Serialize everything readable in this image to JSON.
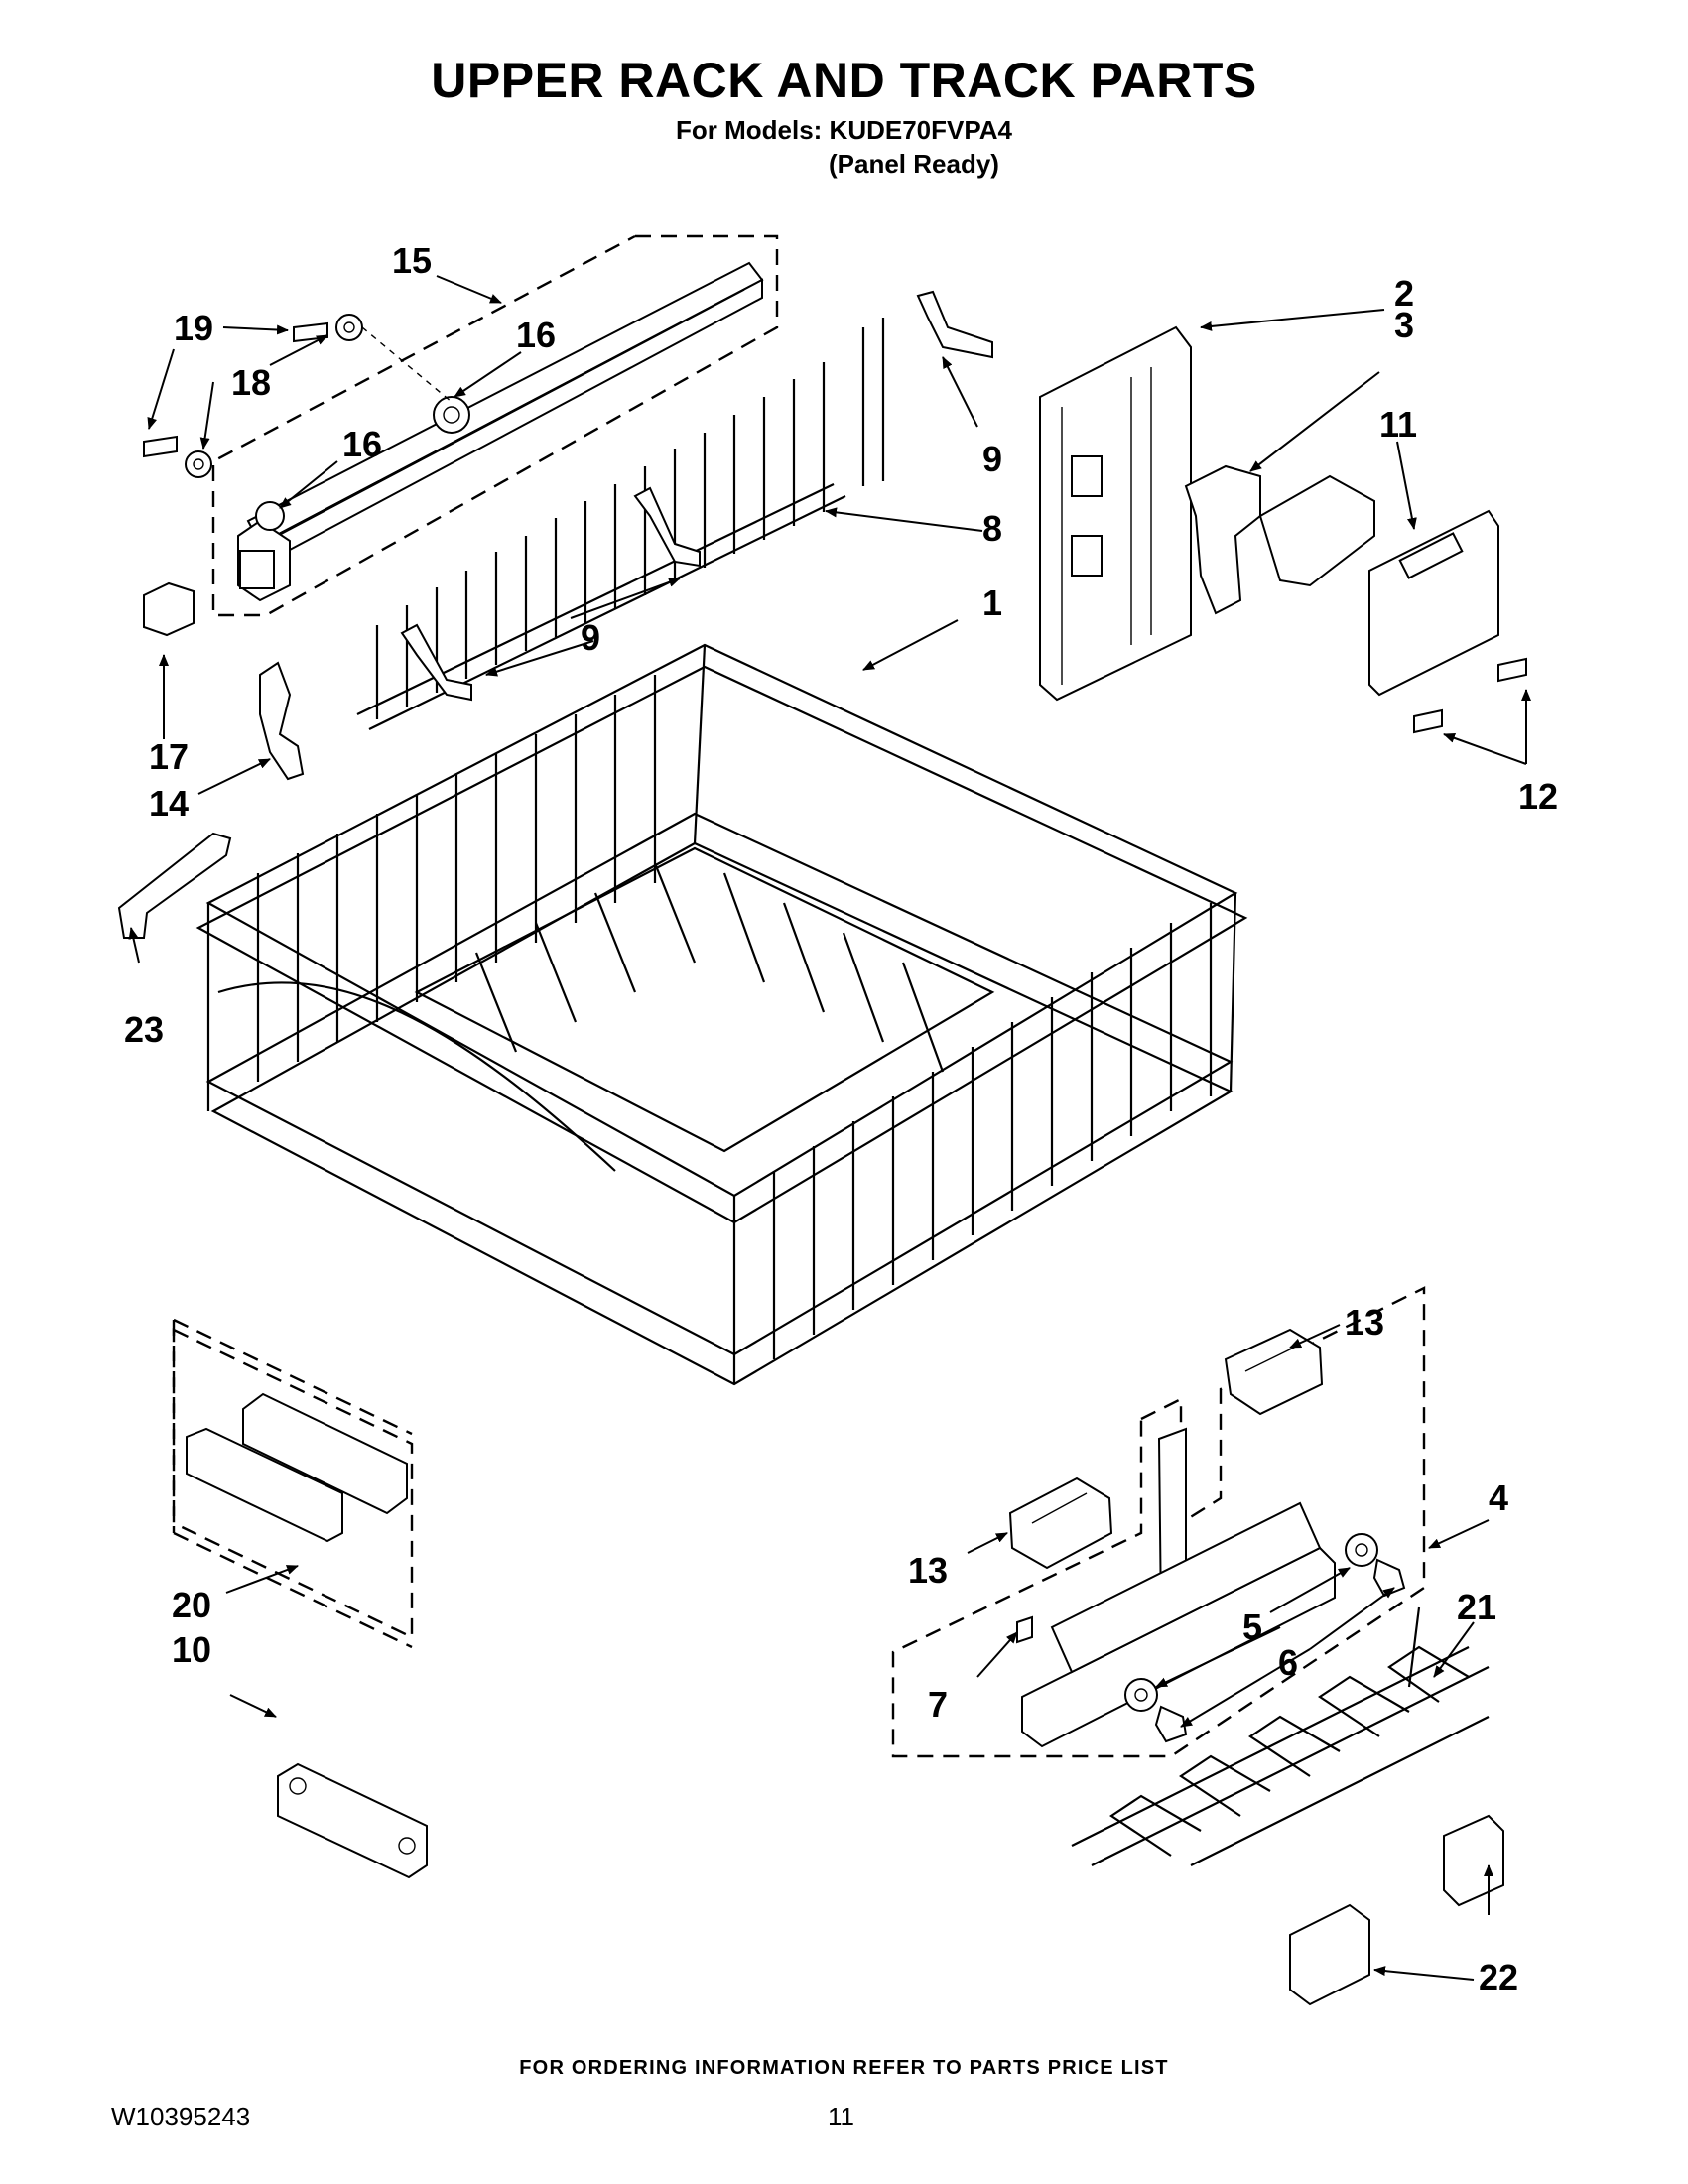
{
  "header": {
    "title": "UPPER RACK AND TRACK PARTS",
    "models_line": "For Models: KUDE70FVPA4",
    "variant_line": "(Panel Ready)"
  },
  "callouts": {
    "c1": "1",
    "c2": "2",
    "c3": "3",
    "c4": "4",
    "c5": "5",
    "c6": "6",
    "c7": "7",
    "c8": "8",
    "c9a": "9",
    "c9b": "9",
    "c10": "10",
    "c11": "11",
    "c12": "12",
    "c13a": "13",
    "c13b": "13",
    "c14": "14",
    "c15": "15",
    "c16a": "16",
    "c16b": "16",
    "c17": "17",
    "c18": "18",
    "c19": "19",
    "c20": "20",
    "c21": "21",
    "c22": "22",
    "c23": "23"
  },
  "footer": {
    "ordering_note": "FOR ORDERING INFORMATION REFER TO PARTS PRICE LIST",
    "document_number": "W10395243",
    "page_number": "11"
  }
}
